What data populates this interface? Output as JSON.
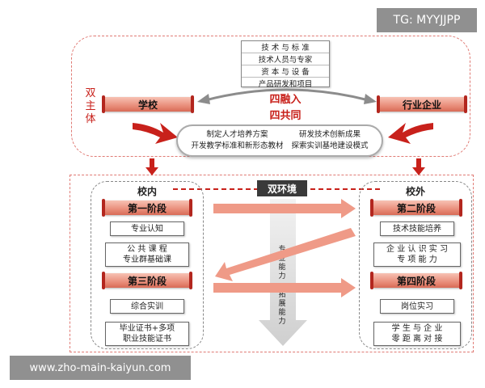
{
  "watermark_top": "TG: MYYJJPP",
  "watermark_bottom": "www.zho-main-kaiyun.com",
  "top_box_lines": [
    "技 术 与 标 准",
    "技术人员与专家",
    "资 本 与 设 备",
    "产品研发和项目"
  ],
  "dual_subject_label": "双主体",
  "school_label": "学校",
  "industry_label": "行业企业",
  "four_integration": "四融入",
  "four_common": "四共同",
  "center_pill": {
    "left_lines": [
      "制定人才培养方案",
      "开发教学标准和新形态教材"
    ],
    "right_lines": [
      "研发技术创新成果",
      "探索实训基地建设模式"
    ]
  },
  "dual_environment": "双环境",
  "inside_label": "校内",
  "outside_label": "校外",
  "stages": {
    "stage1": "第一阶段",
    "stage2": "第二阶段",
    "stage3": "第三阶段",
    "stage4": "第四阶段"
  },
  "items": {
    "professional_cognition": "专业认知",
    "public_courses_line1": "公 共 课 程",
    "public_courses_line2": "专业群基础课",
    "comprehensive_training": "综合实训",
    "certificate_line1": "毕业证书+多项",
    "certificate_line2": "职业技能证书",
    "skill_training": "技术技能培养",
    "enterprise_line1": "企 业 认 识 实 习",
    "enterprise_line2": "专 项 能 力",
    "job_internship": "岗位实习",
    "student_line1": "学 生 与 企 业",
    "student_line2": "零 距 离 对 接"
  },
  "vertical_arrow": {
    "upper": "专业能力",
    "lower": "拓展能力"
  },
  "colors": {
    "dashed_red": "#d9534f",
    "accent_red": "#c8211b",
    "arrow_salmon": "#ef9a87",
    "gray_arrow": "#d6d6d6"
  }
}
